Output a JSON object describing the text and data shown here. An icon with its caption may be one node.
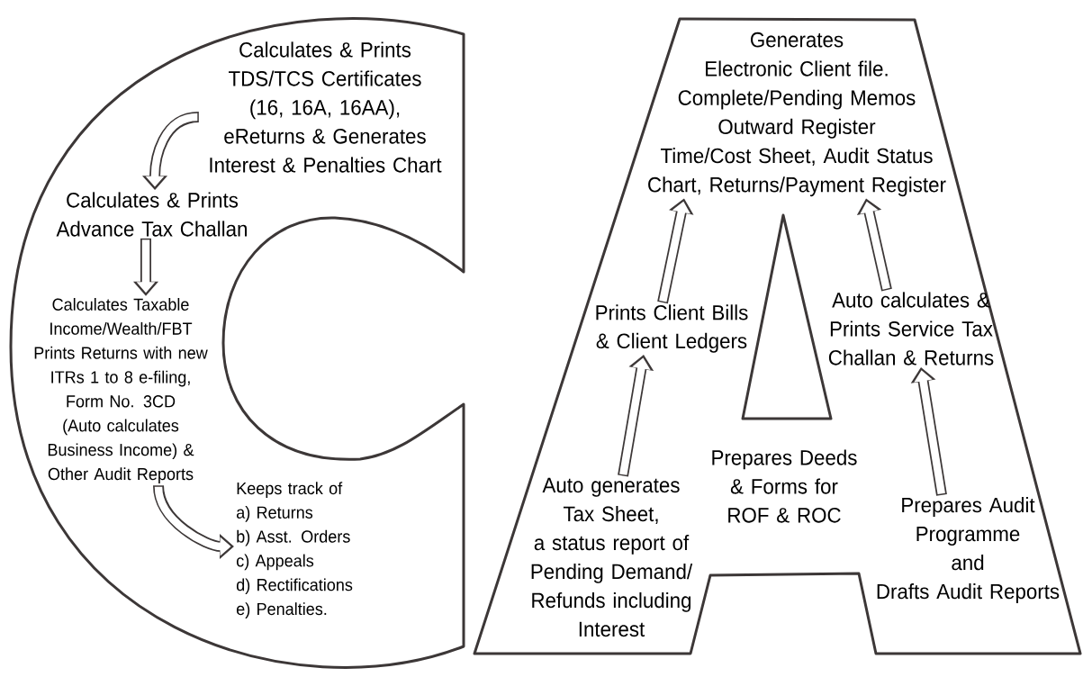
{
  "diagram": {
    "nodes": [
      {
        "text": [
          "Calculates & Prints TDS/TCS Certificates (16, 16A, 16AA), eReturns & Generates Interest & Penalties Chart"
        ]
      },
      {
        "text": [
          "Calculates & Prints Advance Tax Challan"
        ]
      },
      {
        "text": [
          "Calculates Taxable Income/Wealth/FBT Prints Returns with new ITRs 1 to 8 e-filing, Form No. 3CD (Auto calculates Business Income) & Other Audit Reports"
        ]
      },
      {
        "text": [
          "Keeps track of",
          "a) Returns",
          "b) Asst. Orders",
          "c) Appeals",
          "d) Rectifications",
          "e) Penalties."
        ]
      },
      {
        "text": [
          "Generates Electronic Client file. Complete/Pending Memos Outward Register Time/Cost Sheet, Audit Status Chart, Returns/Payment Register"
        ]
      },
      {
        "text": [
          "Prints Client Bills & Client Ledgers"
        ]
      },
      {
        "text": [
          "Auto calculates & Prints Service Tax Challan & Returns"
        ]
      },
      {
        "text": [
          "Auto generates Tax Sheet, a status report of Pending Demand/ Refunds including Interest"
        ]
      },
      {
        "text": [
          "Prepares Deeds & Forms for ROF & ROC"
        ]
      },
      {
        "text": [
          "Prepares Audit Programme and Drafts Audit Reports"
        ]
      }
    ],
    "edges": [
      {
        "from": 0,
        "to": 1,
        "arrow": "to"
      },
      {
        "from": 1,
        "to": 2,
        "arrow": "to"
      },
      {
        "from": 2,
        "to": 3,
        "arrow": "to"
      },
      {
        "from": 5,
        "to": 4,
        "arrow": "to"
      },
      {
        "from": 6,
        "to": 4,
        "arrow": "to"
      },
      {
        "from": 7,
        "to": 5,
        "arrow": "to"
      },
      {
        "from": 9,
        "to": 6,
        "arrow": "to"
      }
    ]
  }
}
